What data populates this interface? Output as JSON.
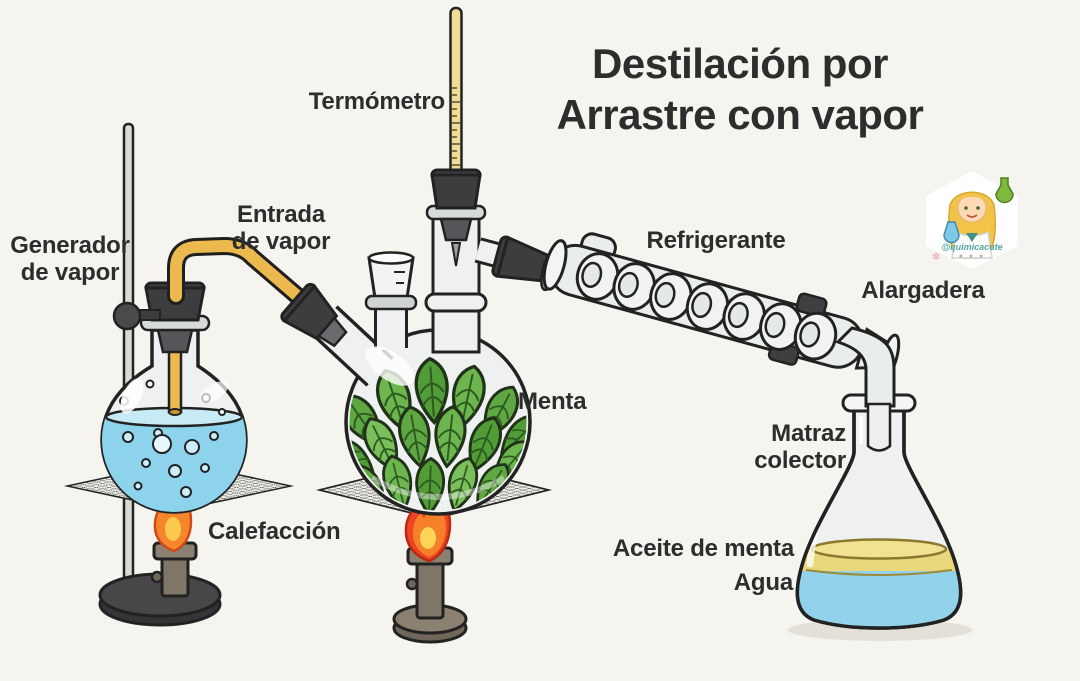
{
  "title": {
    "line1": "Destilación por",
    "line2": "Arrastre con vapor"
  },
  "labels": {
    "termometro": "Termómetro",
    "entrada_line1": "Entrada",
    "entrada_line2": "de vapor",
    "generador_line1": "Generador",
    "generador_line2": "de vapor",
    "refrigerante": "Refrigerante",
    "alargadera": "Alargadera",
    "menta": "Menta",
    "matraz_line1": "Matraz",
    "matraz_line2": "colector",
    "calefaccion": "Calefacción",
    "aceite_de_menta": "Aceite de menta",
    "agua": "Agua"
  },
  "watermark": {
    "handle": "@quimicacute"
  },
  "colors": {
    "background": "#f6f4ef",
    "ink": "#2d2d2d",
    "glass": "#eef1f0",
    "generator_water": "#8ed3ec",
    "collector_water": "#92d2ea",
    "oil": "#e9d77c",
    "steam_tube": "#ecb94e",
    "mint_leaf": "#5fa742",
    "flame_orange": "#f5862c",
    "flame_red": "#ee4423",
    "stopper": "#3d3d3f"
  }
}
